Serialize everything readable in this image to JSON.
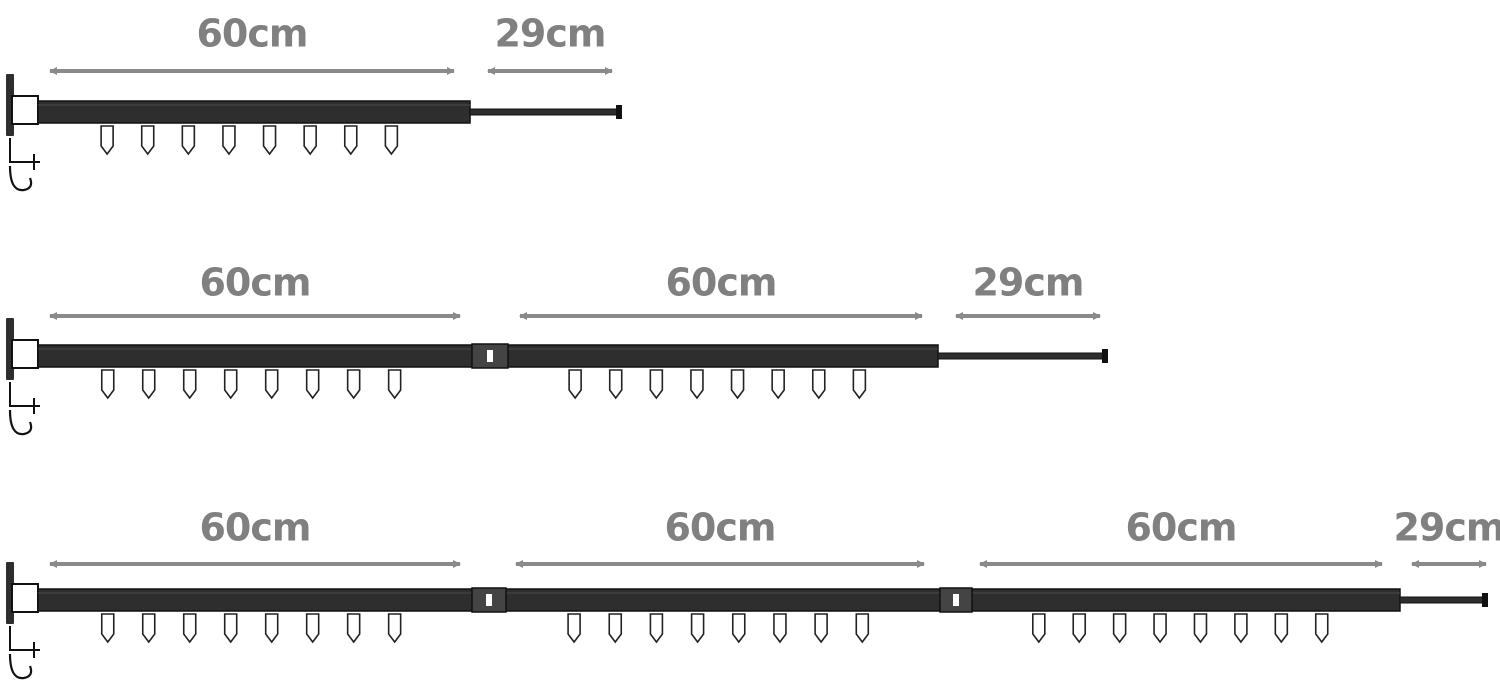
{
  "colors": {
    "label": "#808080",
    "arrow": "#8a8a8a",
    "rail": "#2e2e2e",
    "rail_edge": "#111111",
    "hook": "#222222",
    "connector": "#444444"
  },
  "rows": [
    {
      "segments": [
        {
          "label": "60cm",
          "kind": "section",
          "hooks": 8
        },
        {
          "label": "29cm",
          "kind": "extension"
        }
      ]
    },
    {
      "segments": [
        {
          "label": "60cm",
          "kind": "section",
          "hooks": 8
        },
        {
          "label": "60cm",
          "kind": "section",
          "hooks": 8
        },
        {
          "label": "29cm",
          "kind": "extension"
        }
      ]
    },
    {
      "segments": [
        {
          "label": "60cm",
          "kind": "section",
          "hooks": 8
        },
        {
          "label": "60cm",
          "kind": "section",
          "hooks": 8
        },
        {
          "label": "60cm",
          "kind": "section",
          "hooks": 8
        },
        {
          "label": "29cm",
          "kind": "extension"
        }
      ]
    }
  ]
}
